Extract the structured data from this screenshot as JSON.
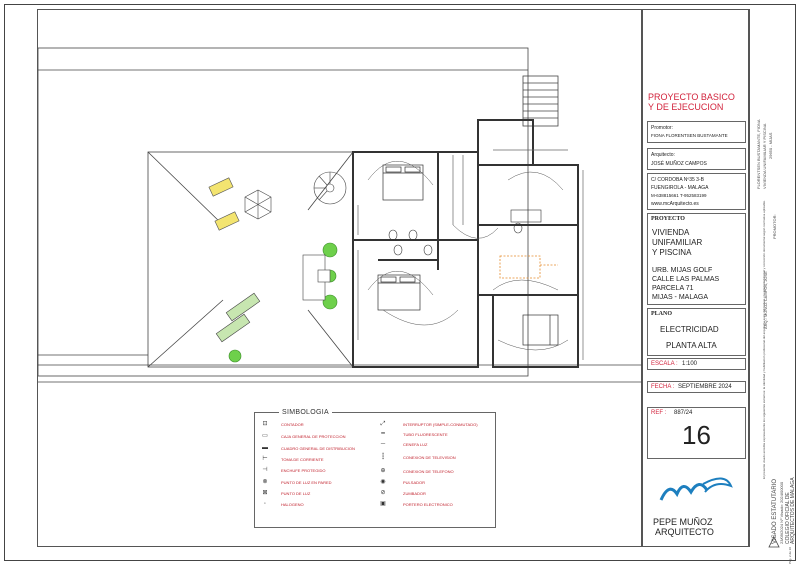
{
  "project": {
    "title_line1": "PROYECTO BASICO",
    "title_line2": "Y DE EJECUCION"
  },
  "promotor": {
    "label": "Promotor:",
    "name": "FIONA FLORENTSEN BUSTAMANTE"
  },
  "arquitecto": {
    "label": "Arquitecto:",
    "name": "JOSÉ MUÑOZ CAMPOS",
    "address_line1": "C/ CORDOBA  Nº35   3-B",
    "address_line2": "FUENGIROLA  -  MALAGA",
    "phones": "M-638815661  T-952583199",
    "web": "www.mcArquitecto.es"
  },
  "proyecto": {
    "label": "PROYECTO",
    "line1": "VIVIENDA",
    "line2": "UNIFAMILIAR",
    "line3": "Y PISCINA"
  },
  "location": {
    "line1": "URB. MIJAS GOLF",
    "line2": "CALLE LAS PALMAS",
    "line3": "PARCELA 71",
    "line4": "MIJAS - MALAGA"
  },
  "plano": {
    "label": "PLANO",
    "line1": "ELECTRICIDAD",
    "line2": "PLANTA ALTA"
  },
  "escala": {
    "label": "ESCALA :",
    "value": "1:100"
  },
  "fecha": {
    "label": "FECHA :",
    "value": "SEPTIEMBRE 2024"
  },
  "ref": {
    "label": "REF :",
    "value": "887/24"
  },
  "sheet_number": "16",
  "logo": {
    "line1": "PEPE MUÑOZ",
    "line2": "ARQUITECTO"
  },
  "simbologia": {
    "title": "SIMBOLOGIA",
    "left_items": [
      "CONTADOR",
      "CAJA GENERAL DE PROTECCION",
      "CUADRO GENERAL DE DISTRIBUCION",
      "TOMA DE CORRIENTE",
      "ENCHUFE PROTEGIDO",
      "PUNTO DE LUZ EN PARED",
      "PUNTO DE LUZ",
      "HALOGENO"
    ],
    "right_items": [
      "INTERRUPTOR (SIMPLE-CONMUTADO)",
      "TUBO FLUORESCENTE",
      "CENEFA LUZ",
      "CONEXION DE TELEVISION",
      "CONEXION DE TELEFONO",
      "PULSADOR",
      "ZUMBADOR",
      "PORTERO ELECTRONICO"
    ]
  },
  "side_strip": {
    "promotor_label": "PROMOTOR:",
    "promotor_text": "FLORENTSEN BUSTAMANTE, FIONA",
    "proyecto_text": "VIVIENDA UNIFAMILIAR Y PISCINA",
    "ref_text": "29650 - MIJAS",
    "arq_text": "ARQ.: MUÑOZ CAMPOS, JOSE",
    "visado_title": "VISADO ESTATUTARIO",
    "visado_line1": "23/09/2024  Nº Visado: 2024/00000",
    "visado_college1": "COLEGIO OFICIAL DE",
    "visado_college2": "ARQUITECTOS DE MALAGA",
    "visado_note": "El presente visado acredita expresamente los siguientes extremos: la identidad y habilitación profesional del arquitecto autor del trabajo y la integridad formal y corrección documental según normativa aplicable.",
    "page": "Pág. 2 de 10"
  },
  "colors": {
    "accent_red": "#d2233c",
    "logo_blue": "#1d7fbf",
    "line": "#333333"
  }
}
